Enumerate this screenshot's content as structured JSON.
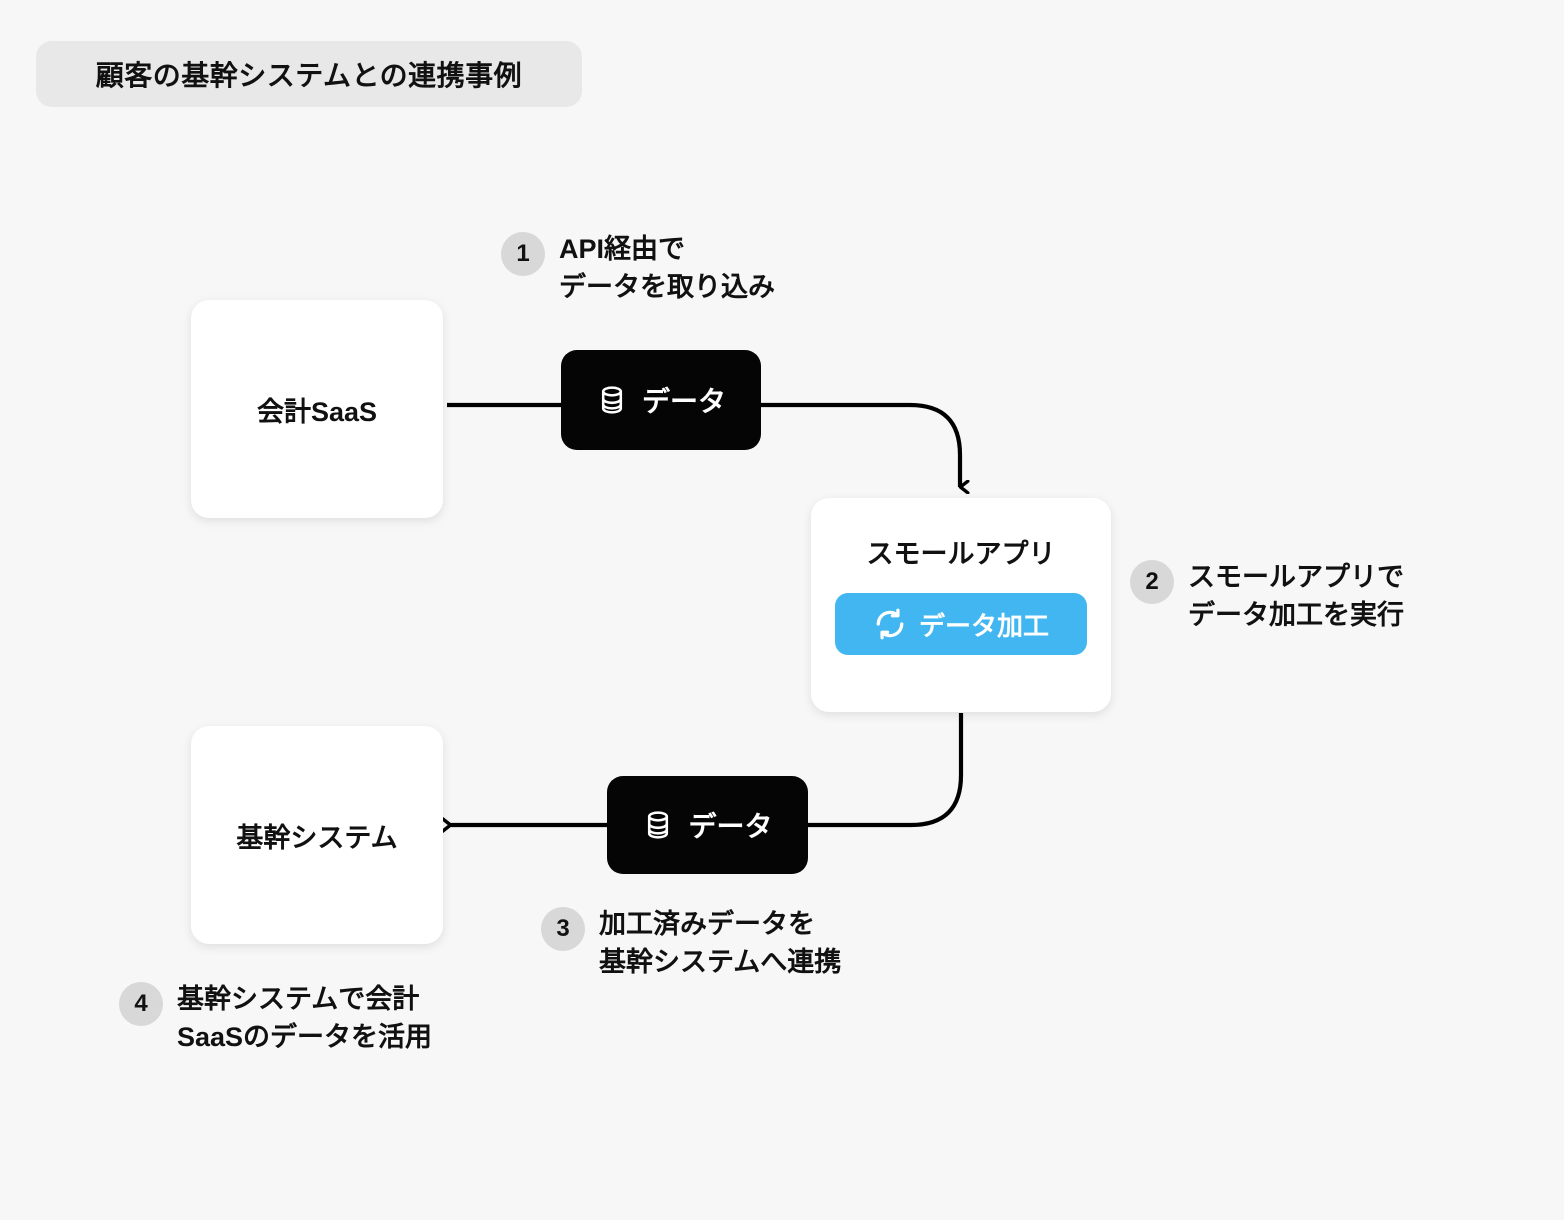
{
  "title": {
    "text": "顧客の基幹システムとの連携事例"
  },
  "colors": {
    "background": "#f7f7f7",
    "title_pill": "#e8e8e8",
    "card": "#ffffff",
    "badge_dark": "#050505",
    "accent_blue": "#41b6f0",
    "step_circle": "#d8d8d8",
    "text": "#111111",
    "connector": "#000000"
  },
  "nodes": {
    "saas": {
      "label": "会計SaaS"
    },
    "app": {
      "label": "スモールアプリ",
      "chip": {
        "label": "データ加工",
        "icon": "refresh-icon"
      }
    },
    "core": {
      "label": "基幹システム"
    }
  },
  "badges": {
    "top": {
      "label": "データ",
      "icon": "database-icon"
    },
    "bottom": {
      "label": "データ",
      "icon": "database-icon"
    }
  },
  "steps": [
    {
      "number": "1",
      "text": "API経由で\nデータを取り込み"
    },
    {
      "number": "2",
      "text": "スモールアプリで\nデータ加工を実行"
    },
    {
      "number": "3",
      "text": "加工済みデータを\n基幹システムへ連携"
    },
    {
      "number": "4",
      "text": "基幹システムで会計\nSaaSのデータを活用"
    }
  ]
}
